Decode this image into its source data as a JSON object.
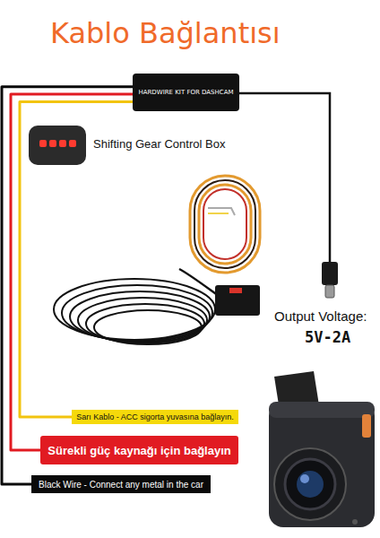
{
  "diagram": {
    "title": "Kablo Bağlantısı",
    "nodes": [
      {
        "text": [
          "HARDWIRE KIT FOR DASHCAM"
        ]
      },
      {
        "text": [
          "Sarı Kablo - ACC sigorta yuvasına bağlayın."
        ]
      },
      {
        "text": [
          "Sürekli güç kaynağı için bağlayın"
        ]
      },
      {
        "text": [
          "Black Wire - Connect any metal in the car"
        ]
      }
    ],
    "edges": [
      {
        "from": 0,
        "to": 1,
        "arrow": "none"
      },
      {
        "from": 0,
        "to": 2,
        "arrow": "none"
      },
      {
        "from": 0,
        "to": 3,
        "arrow": "none"
      }
    ],
    "labels": [
      "Shifting Gear Control Box",
      "Output Voltage:",
      "5V-2A"
    ]
  }
}
